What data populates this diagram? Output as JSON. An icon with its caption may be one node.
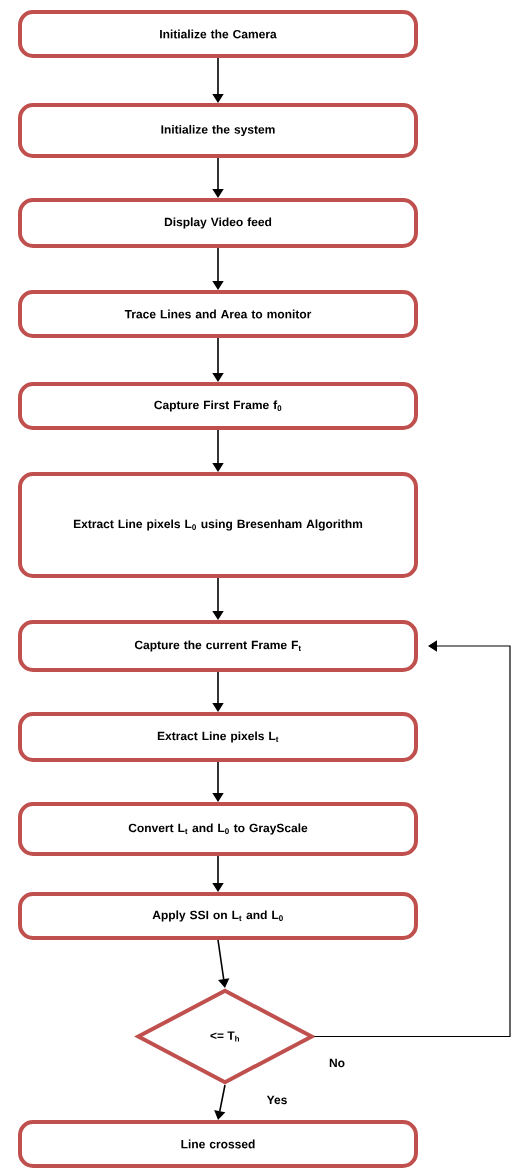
{
  "diagram": {
    "nodes": [
      {
        "text": [
          "Initialize the Camera"
        ]
      },
      {
        "text": [
          "Initialize the system"
        ]
      },
      {
        "text": [
          "Display Video feed"
        ]
      },
      {
        "text": [
          "Trace Lines and Area to monitor"
        ]
      },
      {
        "text": [
          "Capture First Frame f$_{0}$"
        ]
      },
      {
        "text": [
          "Extract Line pixels L$_{0}$ using Bresenham Algorithm"
        ]
      },
      {
        "text": [
          "Capture the current Frame F$_{t}$"
        ]
      },
      {
        "text": [
          "Extract Line pixels L$_{t}$"
        ]
      },
      {
        "text": [
          "Convert L$_{t}$ and L$_{0}$ to GrayScale"
        ]
      },
      {
        "text": [
          "Apply SSI on  L$_{t}$ and L$_{0}$"
        ]
      },
      {
        "text": [
          "<= T$_{h}$"
        ]
      },
      {
        "text": [
          "Line crossed"
        ]
      }
    ],
    "edges": [
      {
        "from": 0,
        "to": 1,
        "arrow": "to"
      },
      {
        "from": 1,
        "to": 2,
        "arrow": "to"
      },
      {
        "from": 2,
        "to": 3,
        "arrow": "to"
      },
      {
        "from": 3,
        "to": 4,
        "arrow": "to"
      },
      {
        "from": 4,
        "to": 5,
        "arrow": "to"
      },
      {
        "from": 5,
        "to": 6,
        "arrow": "to"
      },
      {
        "from": 6,
        "to": 7,
        "arrow": "to"
      },
      {
        "from": 7,
        "to": 8,
        "arrow": "to"
      },
      {
        "from": 8,
        "to": 9,
        "arrow": "to"
      },
      {
        "from": 9,
        "to": 10,
        "arrow": "to"
      },
      {
        "from": 10,
        "to": 6,
        "arrow": "to",
        "label": "No"
      },
      {
        "from": 10,
        "to": 11,
        "arrow": "to",
        "label": "Yes"
      }
    ]
  }
}
